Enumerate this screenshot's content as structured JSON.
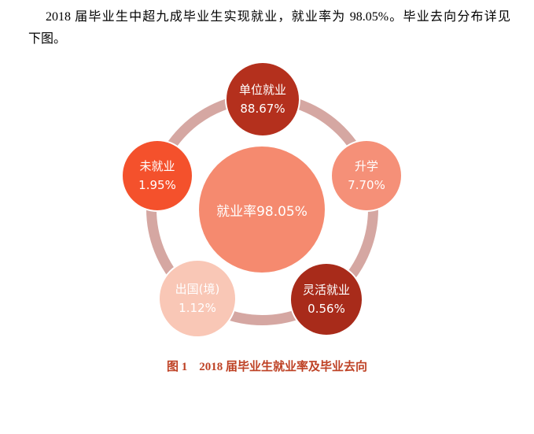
{
  "page": {
    "paragraph_line1": "2018 届毕业生中超九成毕业生实现就业，就业率为 98.05%。毕业去向分布详见",
    "paragraph_line2": "下图。"
  },
  "figure": {
    "ring_color": "#d5a7a2",
    "center": {
      "label": "就业率98.05%",
      "color": "#f58a6f"
    },
    "nodes": [
      {
        "label": "单位就业",
        "value": "88.67%",
        "color": "#b4301d"
      },
      {
        "label": "升学",
        "value": "7.70%",
        "color": "#f59078"
      },
      {
        "label": "灵活就业",
        "value": "0.56%",
        "color": "#a82b1a"
      },
      {
        "label": "出国(境)",
        "value": "1.12%",
        "color": "#f9c7b6"
      },
      {
        "label": "未就业",
        "value": "1.95%",
        "color": "#f4512c"
      }
    ],
    "caption": "图 1　2018 届毕业生就业率及毕业去向"
  },
  "chart_data": {
    "type": "pie",
    "title": "图 1　2018 届毕业生就业率及毕业去向",
    "categories": [
      "单位就业",
      "升学",
      "灵活就业",
      "出国(境)",
      "未就业"
    ],
    "values": [
      88.67,
      7.7,
      0.56,
      1.12,
      1.95
    ],
    "unit": "%",
    "center_label": "就业率98.05%",
    "employment_rate": 98.05,
    "layout": "radial: five bubbles on a ring around a central circle",
    "legend_position": "none",
    "grid": false
  }
}
